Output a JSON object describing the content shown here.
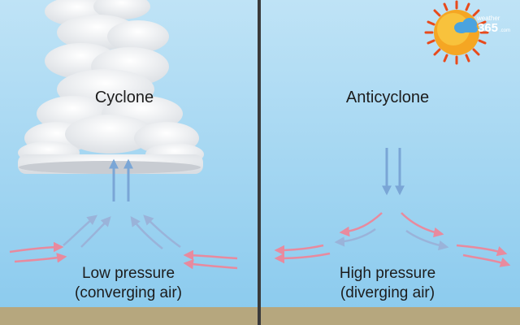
{
  "cyclone": {
    "title": "Cyclone",
    "caption_line1": "Low pressure",
    "caption_line2": "(converging air)"
  },
  "anticyclone": {
    "title": "Anticyclone",
    "caption_line1": "High pressure",
    "caption_line2": "(diverging air)"
  },
  "logo": {
    "line1": "weather",
    "line2": "365",
    "suffix": ".com"
  },
  "colors": {
    "sky_top": "#bfe3f6",
    "sky_bottom": "#8ccbee",
    "ground": "#b6a77e",
    "divider": "#3a3a3a",
    "arrow_blue": "#7aa6d6",
    "arrow_pink": "#e88a9e",
    "sun": "#f5a623",
    "sun_rays": "#e84a1c"
  },
  "icons": [
    "sun-icon",
    "cloud-icon"
  ]
}
